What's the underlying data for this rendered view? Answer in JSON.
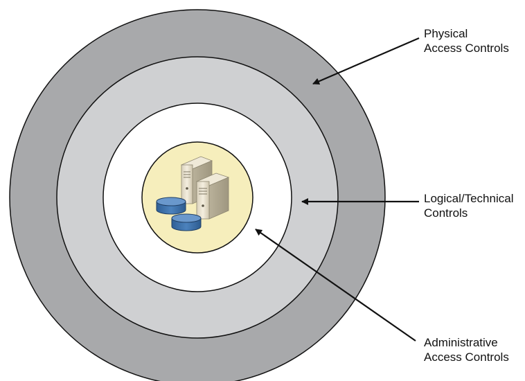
{
  "layers": {
    "physical": {
      "label_line1": "Physical",
      "label_line2": "Access Controls",
      "fill": "#a8a9ab"
    },
    "logical": {
      "label_line1": "Logical/Technical",
      "label_line2": "Controls",
      "fill": "#cfd0d2"
    },
    "administrative": {
      "label_line1": "Administrative",
      "label_line2": "Access Controls",
      "fill": "#ffffff"
    }
  },
  "core": {
    "fill": "#f6eebc",
    "icons": [
      "server-icon",
      "server-icon",
      "database-icon",
      "database-icon"
    ]
  },
  "colors": {
    "stroke": "#111111",
    "database": "#3f72ab",
    "server": "#e9e2cf"
  }
}
